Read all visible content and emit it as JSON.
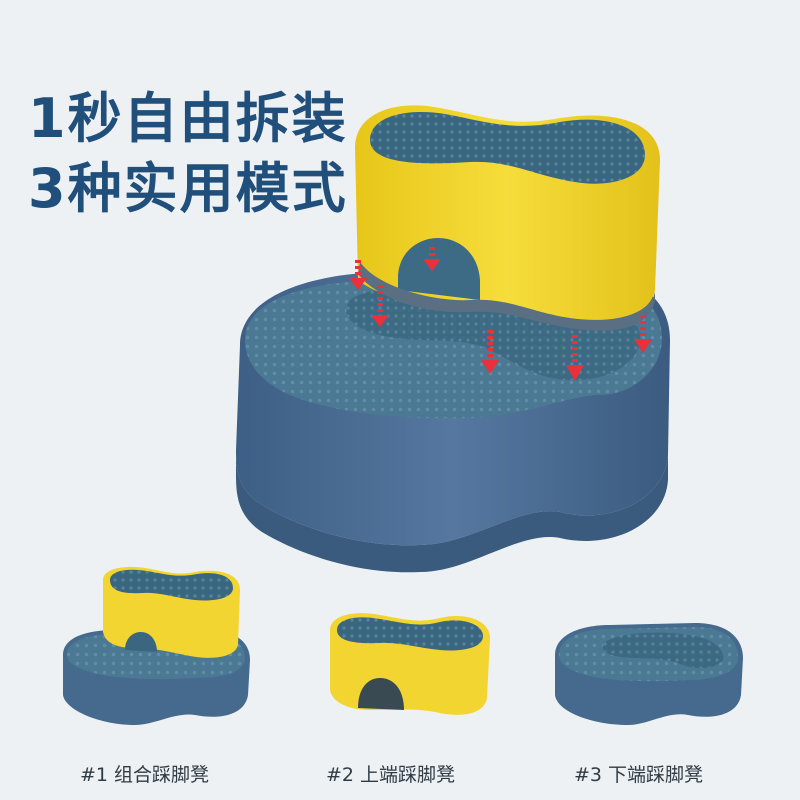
{
  "headline": {
    "line1": "1秒自由拆装",
    "line2": "3种实用模式"
  },
  "modes": [
    {
      "label": "#1 组合踩脚凳"
    },
    {
      "label": "#2 上端踩脚凳"
    },
    {
      "label": "#3 下端踩脚凳"
    }
  ],
  "colors": {
    "background": "#eef1f3",
    "headline": "#1f4f7a",
    "stool_blue": "#4a6b8f",
    "stool_top_blue": "#3f6b86",
    "stool_yellow": "#f2d531",
    "arrow_red": "#e8313a"
  }
}
